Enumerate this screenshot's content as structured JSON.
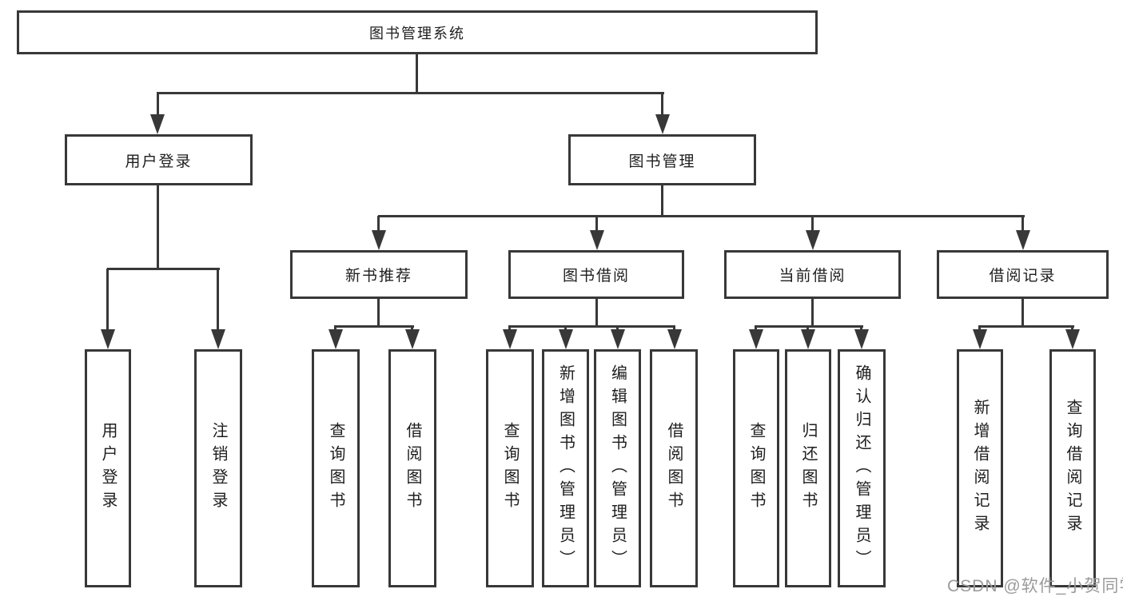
{
  "diagram": {
    "root": {
      "label": "图书管理系统"
    },
    "level2": [
      {
        "label": "用户登录"
      },
      {
        "label": "图书管理"
      }
    ],
    "level3": [
      {
        "label": "新书推荐"
      },
      {
        "label": "图书借阅"
      },
      {
        "label": "当前借阅"
      },
      {
        "label": "借阅记录"
      }
    ],
    "leaves": {
      "user_login": [
        {
          "label": "用户登录"
        },
        {
          "label": "注销登录"
        }
      ],
      "new_book": [
        {
          "label": "查询图书"
        },
        {
          "label": "借阅图书"
        }
      ],
      "book_borrow": [
        {
          "label": "查询图书"
        },
        {
          "label": "新增图书（管理员）"
        },
        {
          "label": "编辑图书（管理员）"
        },
        {
          "label": "借阅图书"
        }
      ],
      "current_borrow": [
        {
          "label": "查询图书"
        },
        {
          "label": "归还图书"
        },
        {
          "label": "确认归还（管理员）"
        }
      ],
      "borrow_record": [
        {
          "label": "新增借阅记录"
        },
        {
          "label": "查询借阅记录"
        }
      ]
    }
  },
  "watermark": {
    "text": "CSDN @软件_小贺同学"
  },
  "colors": {
    "line": "#383838",
    "box_border": "#383838",
    "box_fill": "#ffffff",
    "text": "#1e1e1e",
    "watermark": "#9b9b9b",
    "background": "#ffffff"
  }
}
